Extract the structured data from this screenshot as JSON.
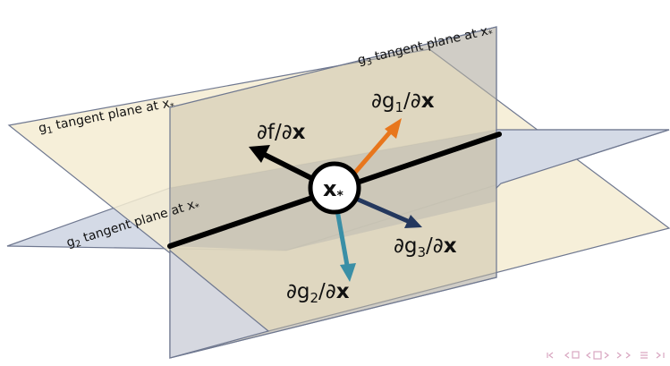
{
  "planes": {
    "g1": {
      "name": "g",
      "sub": "1",
      "text": " tangent plane at x",
      "suffix": "*"
    },
    "g2": {
      "name": "g",
      "sub": "2",
      "text": " tangent plane at x",
      "suffix": "*"
    },
    "g3": {
      "name": "g",
      "sub": "3",
      "text": " tangent plane at x",
      "suffix": "*"
    }
  },
  "point": {
    "label": "x",
    "suffix": "*"
  },
  "gradients": {
    "f": {
      "prefix": "∂f/∂",
      "var": "x"
    },
    "g1": {
      "prefix": "∂g",
      "sub": "1",
      "mid": "/∂",
      "var": "x"
    },
    "g2": {
      "prefix": "∂g",
      "sub": "2",
      "mid": "/∂",
      "var": "x"
    },
    "g3": {
      "prefix": "∂g",
      "sub": "3",
      "mid": "/∂",
      "var": "x"
    }
  },
  "colors": {
    "g1_plane": "#f5ecd2",
    "g2_plane": "#d4dae6",
    "g3_plane": "#d6d8e0",
    "arrow_f": "#000000",
    "arrow_g1": "#e8761c",
    "arrow_g2": "#3a8fa6",
    "arrow_g3": "#24385e",
    "intersection_line": "#000000"
  },
  "nav_icons": [
    "nav-first-icon",
    "nav-prev-icon",
    "nav-frame-icon",
    "nav-next-icon",
    "nav-last-icon",
    "nav-menu-icon"
  ]
}
